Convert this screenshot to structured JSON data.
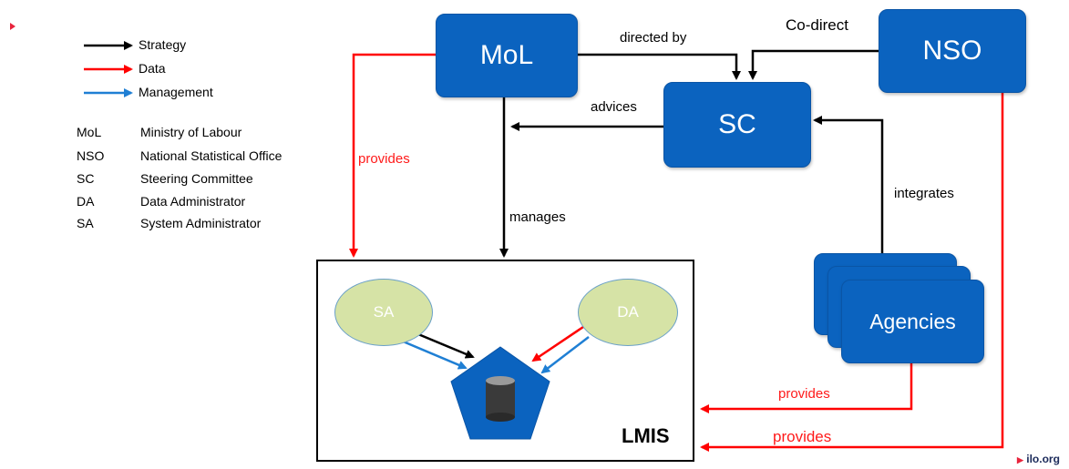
{
  "legend": {
    "items": [
      {
        "label": "Strategy",
        "color": "#000000"
      },
      {
        "label": "Data",
        "color": "#ff0000"
      },
      {
        "label": "Management",
        "color": "#1f7fd4"
      }
    ]
  },
  "abbreviations": [
    {
      "abbr": "MoL",
      "full": "Ministry of Labour"
    },
    {
      "abbr": "NSO",
      "full": "National Statistical Office"
    },
    {
      "abbr": "SC",
      "full": "Steering Committee"
    },
    {
      "abbr": "DA",
      "full": "Data Administrator"
    },
    {
      "abbr": "SA",
      "full": "System Administrator"
    }
  ],
  "nodes": {
    "mol": "MoL",
    "nso": "NSO",
    "sc": "SC",
    "agencies": "Agencies",
    "sa": "SA",
    "da": "DA",
    "lmis": "LMIS"
  },
  "edges": {
    "directed_by": "directed by",
    "co_direct": "Co-direct",
    "advices": "advices",
    "provides_mol": "provides",
    "manages": "manages",
    "integrates": "integrates",
    "provides_agencies": "provides",
    "provides_nso": "provides"
  },
  "footer": {
    "brand": "ilo.org"
  },
  "colors": {
    "box_blue": "#0b63bf",
    "ellipse_green": "#d6e3a6",
    "red": "#ff0000",
    "management_blue": "#1f7fd4"
  }
}
